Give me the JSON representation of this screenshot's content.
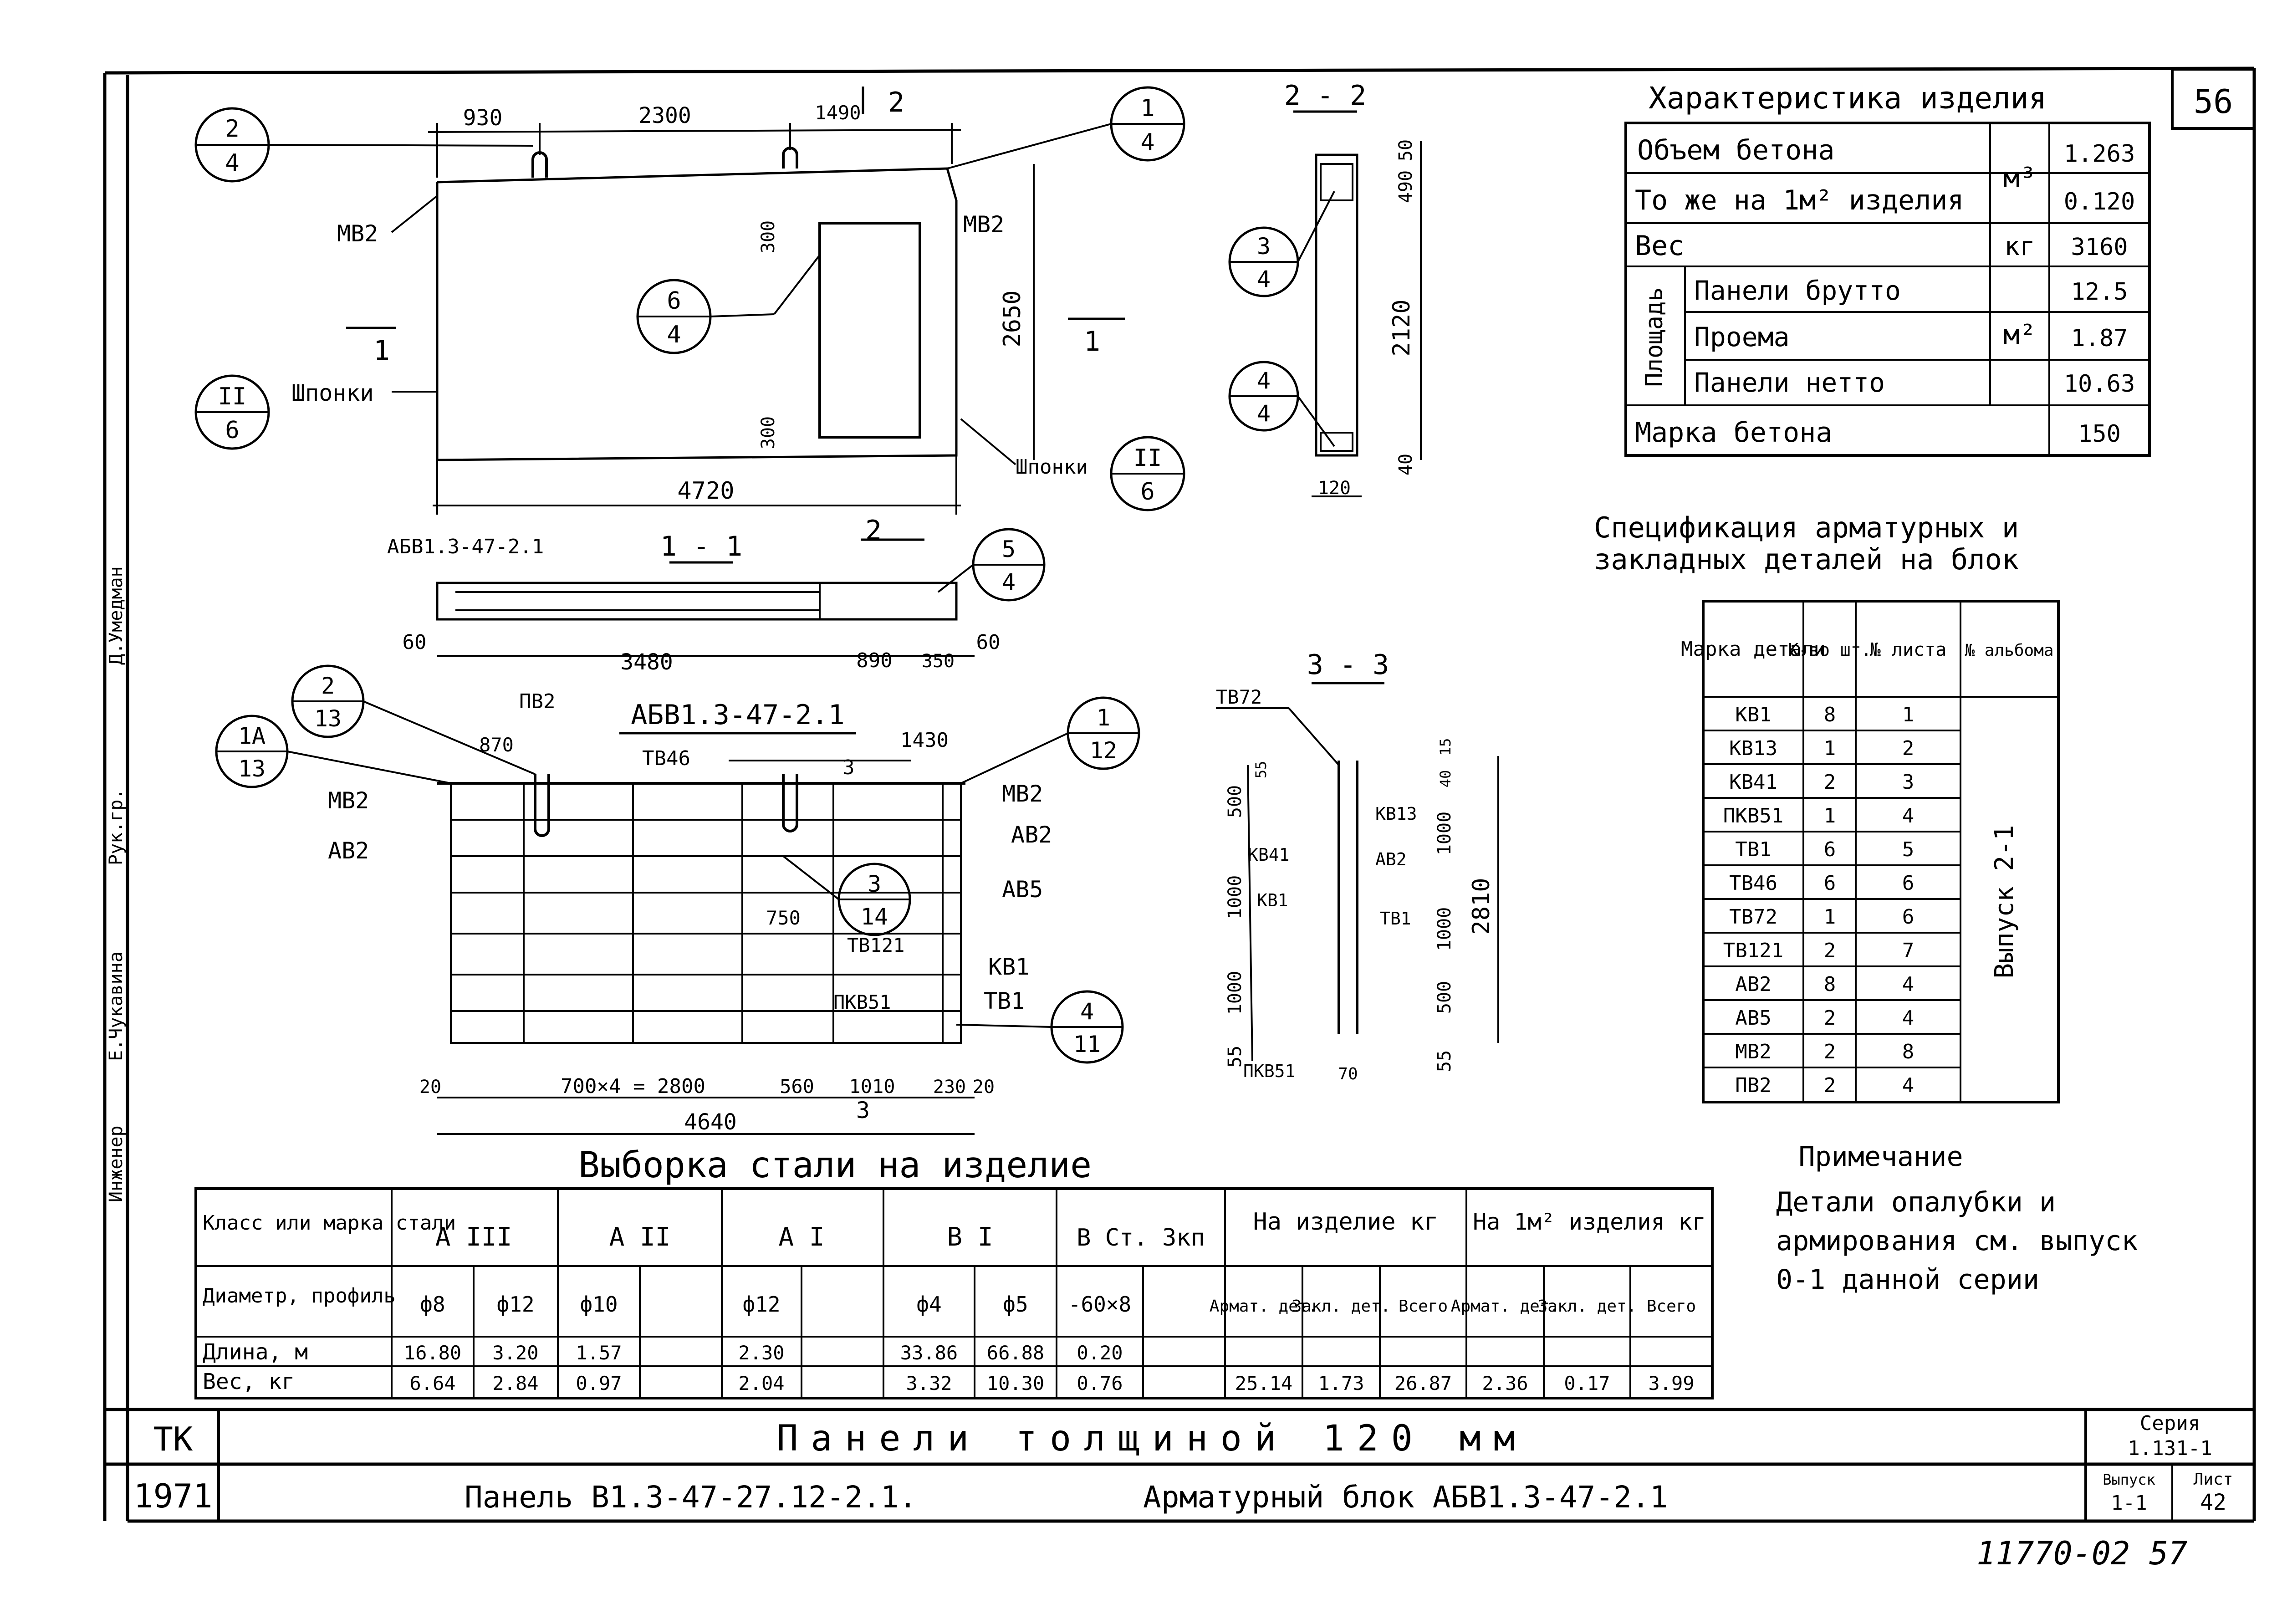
{
  "sheet_corner_number": "56",
  "plan_view": {
    "dims_top": [
      "930",
      "2300",
      "1490"
    ],
    "dim_width": "4720",
    "dim_height": "2650",
    "dim_opening": [
      "300",
      "300"
    ],
    "labels": {
      "mv2_left": "МВ2",
      "mv2_right": "МВ2",
      "shponki_left": "Шпонки",
      "shponki_right": "Шпонки"
    },
    "section_marks": {
      "top": "2",
      "left": "1",
      "right": "1"
    },
    "callouts": [
      {
        "num": "2",
        "den": "4"
      },
      {
        "num": "1",
        "den": "4"
      },
      {
        "num": "6",
        "den": "4"
      },
      {
        "num": "II",
        "den": "6"
      },
      {
        "num": "II",
        "den": "6"
      }
    ]
  },
  "section_1_1": {
    "title": "1 - 1",
    "label": "АБВ1.3-47-2.1",
    "dims": [
      "60",
      "3480",
      "890",
      "350",
      "60"
    ],
    "mark": "2",
    "callout": {
      "num": "5",
      "den": "4"
    }
  },
  "section_2_2": {
    "title": "2 - 2",
    "dims": [
      "50",
      "490",
      "2120",
      "40",
      "120"
    ],
    "callouts": [
      {
        "num": "3",
        "den": "4"
      },
      {
        "num": "4",
        "den": "4"
      }
    ]
  },
  "section_3_3": {
    "title": "3 - 3",
    "labels": [
      "ТВ72",
      "КВ13",
      "КВ41",
      "АВ2",
      "КВ1",
      "ТВ1",
      "ПКВ51"
    ],
    "dims_left": [
      "55",
      "500",
      "1000",
      "1000",
      "55"
    ],
    "dims_right": [
      "15",
      "40",
      "1000",
      "1000",
      "500",
      "55"
    ],
    "dim_total": "2810",
    "dim_bottom": "70"
  },
  "rebar_block": {
    "title": "АБВ1.3-47-2.1",
    "labels": [
      "ПВ2",
      "ТВ46",
      "МВ2",
      "АВ2",
      "МВ2",
      "АВ2",
      "АВ5",
      "ТВ121",
      "КВ1",
      "ПКВ51",
      "ТВ1"
    ],
    "dims": [
      "870",
      "1430",
      "750",
      "20",
      "700×4 = 2800",
      "560",
      "1010",
      "230",
      "20",
      "4640"
    ],
    "marks": [
      "3",
      "3"
    ],
    "callouts": [
      {
        "num": "2",
        "den": "13"
      },
      {
        "num": "1А",
        "den": "13"
      },
      {
        "num": "1",
        "den": "12"
      },
      {
        "num": "3",
        "den": "14"
      },
      {
        "num": "4",
        "den": "11"
      }
    ]
  },
  "characteristics": {
    "title": "Характеристика изделия",
    "rows": [
      {
        "label": "Объем бетона",
        "unit": "м³",
        "value": "1.263"
      },
      {
        "label": "То же на 1м² изделия",
        "unit": "",
        "value": "0.120"
      },
      {
        "label": "Вес",
        "unit": "кг",
        "value": "3160"
      },
      {
        "label": "Панели брутто",
        "unit": "м²",
        "value": "12.5"
      },
      {
        "label": "Проема",
        "unit": "",
        "value": "1.87"
      },
      {
        "label": "Панели нетто",
        "unit": "",
        "value": "10.63"
      },
      {
        "label": "Марка бетона",
        "unit": "",
        "value": "150"
      }
    ],
    "area_group": "Площадь"
  },
  "specification": {
    "title_line1": "Спецификация арматурных и",
    "title_line2": "закладных деталей на блок",
    "headers": [
      "Марка детали",
      "К-во шт.",
      "№ листа",
      "№ альбома"
    ],
    "rows": [
      [
        "КВ1",
        "8",
        "1"
      ],
      [
        "КВ13",
        "1",
        "2"
      ],
      [
        "КВ41",
        "2",
        "3"
      ],
      [
        "ПКВ51",
        "1",
        "4"
      ],
      [
        "ТВ1",
        "6",
        "5"
      ],
      [
        "ТВ46",
        "6",
        "6"
      ],
      [
        "ТВ72",
        "1",
        "6"
      ],
      [
        "ТВ121",
        "2",
        "7"
      ],
      [
        "АВ2",
        "8",
        "4"
      ],
      [
        "АВ5",
        "2",
        "4"
      ],
      [
        "МВ2",
        "2",
        "8"
      ],
      [
        "ПВ2",
        "2",
        "4"
      ]
    ],
    "album": "Выпуск 2-1"
  },
  "note": {
    "title": "Примечание",
    "lines": [
      "Детали опалубки и",
      "армирования см. выпуск",
      "0-1 данной серии"
    ]
  },
  "steel": {
    "title": "Выборка стали на изделие",
    "class_header": "Класс или марка стали",
    "classes": [
      "А III",
      "А II",
      "А I",
      "В I",
      "В Ст. 3кп"
    ],
    "per_item": "На изделие кг",
    "per_m2": "На 1м² изделия кг",
    "diam_header": "Диаметр, профиль",
    "diams": [
      "ф8",
      "ф12",
      "ф10",
      "",
      "ф12",
      "",
      "ф4",
      "ф5",
      "-60×8"
    ],
    "sub": [
      "Армат. дет.",
      "Закл. дет.",
      "Всего",
      "Армат. дет.",
      "Закл. дет.",
      "Всего"
    ],
    "len_label": "Длина, м",
    "lengths": [
      "16.80",
      "3.20",
      "1.57",
      "",
      "2.30",
      "",
      "33.86",
      "66.88",
      "0.20"
    ],
    "wt_label": "Вес, кг",
    "weights": [
      "6.64",
      "2.84",
      "0.97",
      "",
      "2.04",
      "",
      "3.32",
      "10.30",
      "0.76"
    ],
    "totals": [
      "25.14",
      "1.73",
      "26.87",
      "2.36",
      "0.17",
      "3.99"
    ]
  },
  "title_block": {
    "tk": "ТК",
    "year": "1971",
    "line1": "Панели толщиной 120 мм",
    "line2a": "Панель В1.3-47-27.12-2.1.",
    "line2b": "Арматурный блок АБВ1.3-47-2.1",
    "series_label": "Серия",
    "series": "1.131-1",
    "issue_label": "Выпуск",
    "issue": "1-1",
    "sheet_label": "Лист",
    "sheet": "42"
  },
  "side_stamp": [
    "Инженер",
    "Е.Чукавина",
    "Рук.гр.",
    "Д.Умедман"
  ],
  "footer_number": "11770-02 57"
}
